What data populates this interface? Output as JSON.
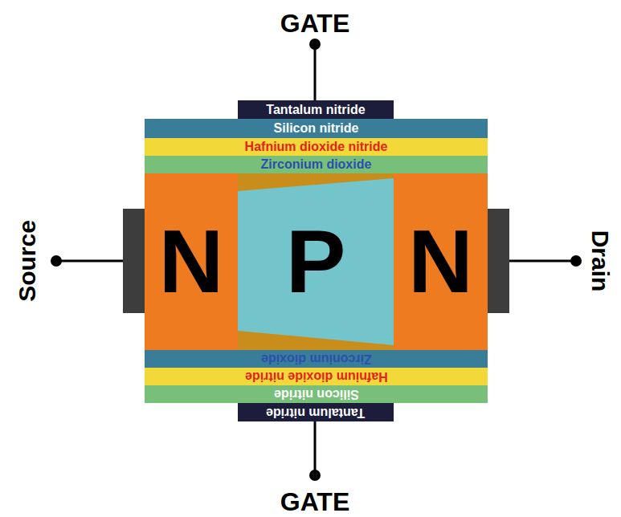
{
  "diagram": {
    "nodes": [
      {
        "text": [
          "Tantalum nitride"
        ]
      },
      {
        "text": [
          "Silicon nitride"
        ]
      },
      {
        "text": [
          "Hafnium dioxide nitride"
        ]
      },
      {
        "text": [
          "Zirconium dioxide"
        ]
      },
      {
        "text": [
          "N"
        ]
      },
      {
        "text": [
          "P"
        ]
      },
      {
        "text": [
          "N"
        ]
      },
      {
        "text": [
          "Zirconium dioxide"
        ]
      },
      {
        "text": [
          "Hafnium dioxide nitride"
        ]
      },
      {
        "text": [
          "Silicon nitride"
        ]
      },
      {
        "text": [
          "Tantalum nitride"
        ]
      }
    ],
    "labels": [
      "GATE",
      "Source",
      "Drain",
      "GATE"
    ]
  }
}
